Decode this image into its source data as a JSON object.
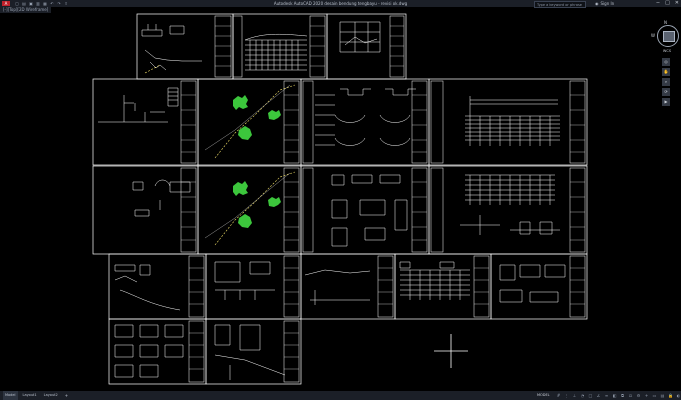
{
  "window": {
    "title": "Autodesk AutoCAD 2020   desain bendung tengbayu - revisi ok.dwg",
    "search_placeholder": "Type a keyword or phrase",
    "sign_in": "Sign In",
    "controls": [
      "−",
      "□",
      "✕"
    ],
    "qat_icons": [
      "new-icon",
      "open-icon",
      "save-icon",
      "save-as-icon",
      "print-icon",
      "undo-icon",
      "redo-icon",
      "share-icon"
    ]
  },
  "viewport": {
    "label": "[-][Top][2D Wireframe]"
  },
  "viewcube": {
    "north": "N",
    "west": "W",
    "face": "TOP",
    "wcs": "WCS"
  },
  "colors": {
    "background": "#000000",
    "ui_bar": "#1b1f27",
    "sheet_line": "#ffffff",
    "accent_yellow": "#f5e46a",
    "accent_green": "#3cc63c"
  },
  "status": {
    "tabs": [
      "Model",
      "Layout1",
      "Layout2"
    ],
    "add_tab": "+",
    "model_label": "MODEL",
    "icons": [
      "grid-icon",
      "snap-icon",
      "ortho-icon",
      "polar-icon",
      "osnap-icon",
      "otrack-icon",
      "lineweight-icon",
      "transparency-icon",
      "selection-cycling-icon",
      "annotation-scale-icon",
      "workspace-icon",
      "annotation-monitor-icon",
      "units-icon",
      "quick-properties-icon",
      "lock-ui-icon",
      "isolate-icon",
      "hardware-accel-icon",
      "clean-screen-icon",
      "customize-icon"
    ]
  }
}
